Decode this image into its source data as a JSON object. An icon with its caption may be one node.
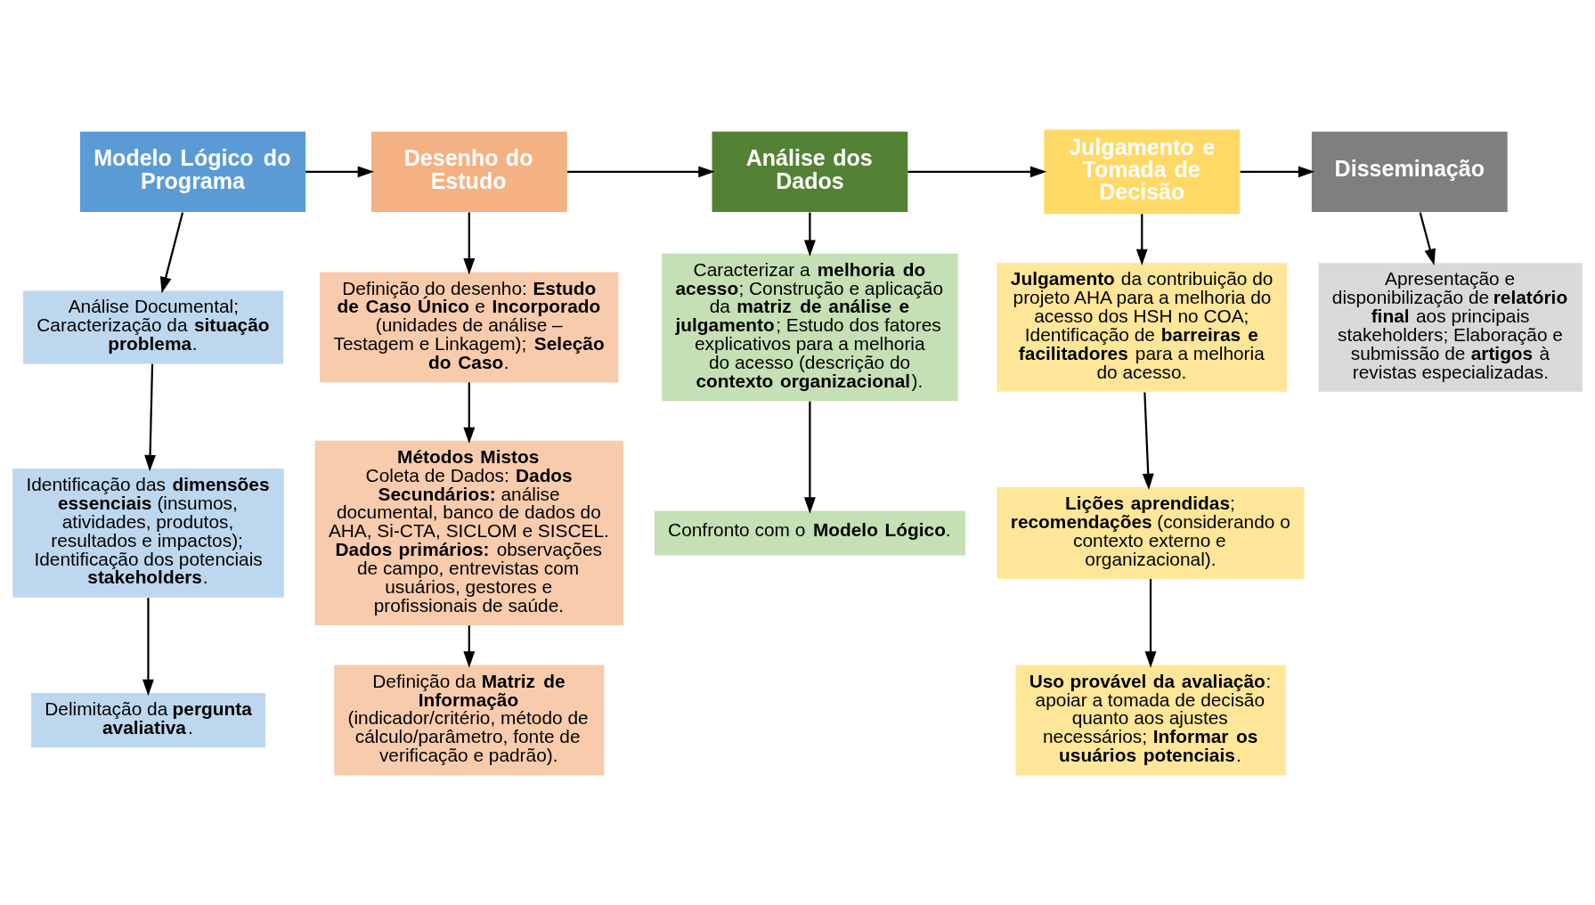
{
  "diagram": {
    "nodes": [
      {
        "text": [
          "Modelo Lógico do Programa"
        ]
      },
      {
        "text": [
          "Desenho do Estudo"
        ]
      },
      {
        "text": [
          "Análise dos Dados"
        ]
      },
      {
        "text": [
          "Julgamento e Tomada de Decisão"
        ]
      },
      {
        "text": [
          "Disseminação"
        ]
      },
      {
        "text": [
          "Análise Documental; Caracterização da **situação problema**."
        ]
      },
      {
        "text": [
          "Identificação das **dimensões essenciais** (insumos, atividades, produtos, resultados e impactos); Identificação dos potenciais **stakeholders**."
        ]
      },
      {
        "text": [
          "Delimitação da **pergunta avaliativa**."
        ]
      },
      {
        "text": [
          "Definição do desenho: **Estudo de Caso Único** e **Incorporado** (unidades de análise – Testagem e Linkagem); **Seleção do Caso**."
        ]
      },
      {
        "text": [
          "Métodos Mistos",
          "Coleta de Dados: **Dados Secundários:** análise documental, banco de dados do AHA, Si-CTA, SICLOM e SISCEL. **Dados primários:** observações de campo, entrevistas com usuários, gestores e profissionais de saúde."
        ]
      },
      {
        "text": [
          "Definição da **Matriz de Informação** (indicador/critério, método de cálculo/parâmetro, fonte de verificação e padrão)."
        ]
      },
      {
        "text": [
          "Caracterizar a **melhoria do acesso**; Construção e aplicação da **matriz de análise e julgamento**; Estudo dos fatores explicativos para a melhoria do acesso (descrição do **contexto organizacional**)."
        ]
      },
      {
        "text": [
          "Confronto com o **Modelo Lógico**."
        ]
      },
      {
        "text": [
          "**Julgamento** da contribuição do projeto AHA para a melhoria do acesso dos HSH no COA; Identificação de **barreiras e facilitadores** para a melhoria do acesso."
        ]
      },
      {
        "text": [
          "**Lições aprendidas**; **recomendações** (considerando o contexto externo e organizacional)."
        ]
      },
      {
        "text": [
          "**Uso provável da avaliação**: apoiar a tomada de decisão quanto aos ajustes necessários; **Informar os usuários potenciais**."
        ]
      },
      {
        "text": [
          "Apresentação e disponibilização de **relatório final** aos principais stakeholders; Elaboração e submissão de **artigos** à revistas especializadas."
        ]
      }
    ],
    "edges": [
      {
        "from": 0,
        "to": 1,
        "arrow": "to"
      },
      {
        "from": 1,
        "to": 2,
        "arrow": "to"
      },
      {
        "from": 2,
        "to": 3,
        "arrow": "to"
      },
      {
        "from": 3,
        "to": 4,
        "arrow": "to"
      },
      {
        "from": 0,
        "to": 5,
        "arrow": "to"
      },
      {
        "from": 5,
        "to": 6,
        "arrow": "to"
      },
      {
        "from": 6,
        "to": 7,
        "arrow": "to"
      },
      {
        "from": 1,
        "to": 8,
        "arrow": "to"
      },
      {
        "from": 8,
        "to": 9,
        "arrow": "to"
      },
      {
        "from": 9,
        "to": 10,
        "arrow": "to"
      },
      {
        "from": 2,
        "to": 11,
        "arrow": "to"
      },
      {
        "from": 11,
        "to": 12,
        "arrow": "to"
      },
      {
        "from": 3,
        "to": 13,
        "arrow": "to"
      },
      {
        "from": 13,
        "to": 14,
        "arrow": "to"
      },
      {
        "from": 14,
        "to": 15,
        "arrow": "to"
      },
      {
        "from": 4,
        "to": 16,
        "arrow": "to"
      }
    ]
  }
}
